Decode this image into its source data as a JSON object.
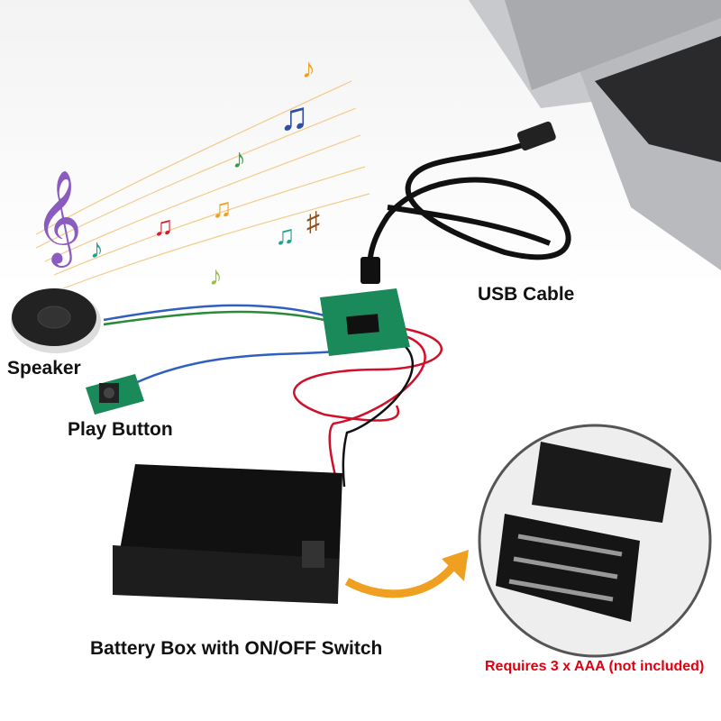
{
  "labels": {
    "speaker": "Speaker",
    "play_button": "Play Button",
    "usb_cable": "USB Cable",
    "battery_box": "Battery Box with ON/OFF Switch",
    "requirement": "Requires 3 x AAA (not included)"
  },
  "colors": {
    "accent_red": "#e0000f",
    "arrow_orange": "#f0a020",
    "board_green": "#1a8a5a"
  }
}
